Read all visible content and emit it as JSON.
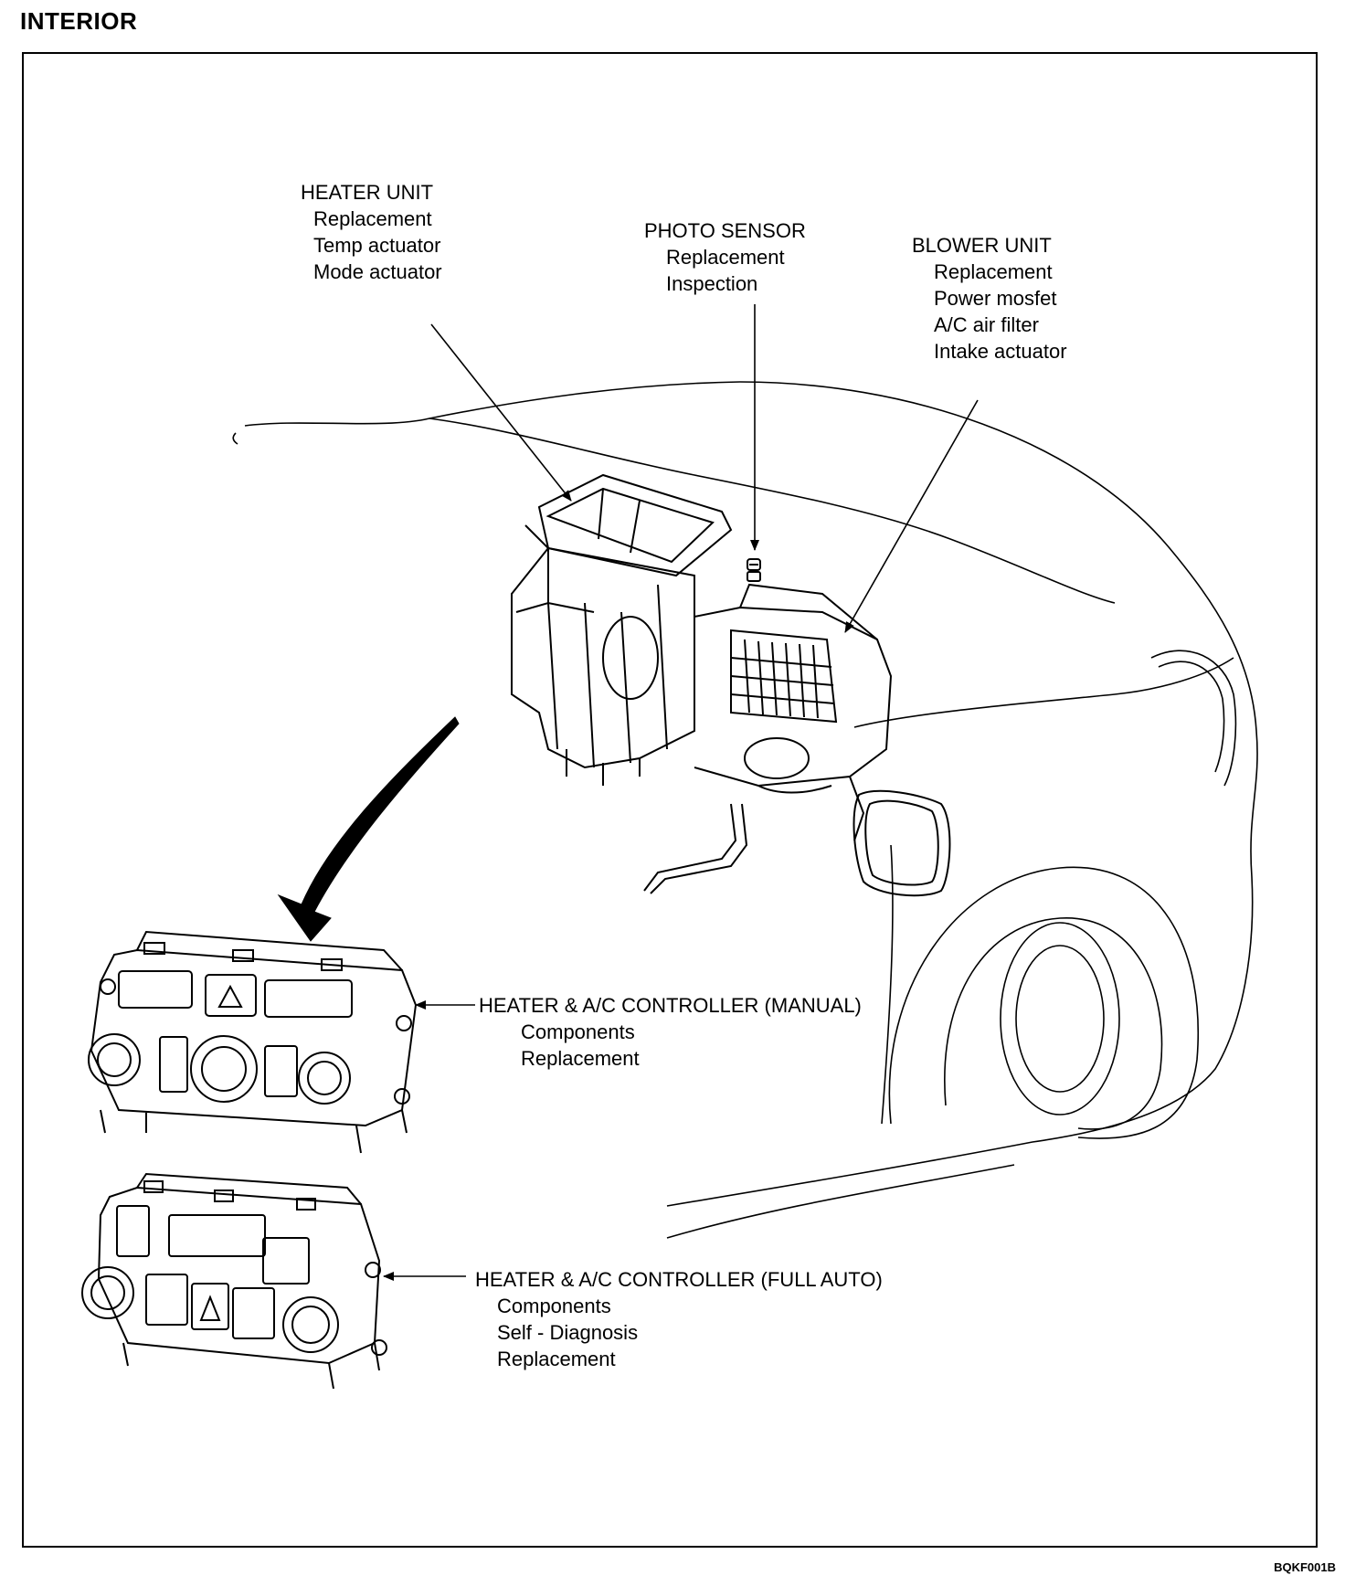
{
  "page": {
    "title": "INTERIOR",
    "figure_code": "BQKF001B"
  },
  "labels": {
    "heater_unit": {
      "title": "HEATER UNIT",
      "items": [
        "Replacement",
        "Temp actuator",
        "Mode actuator"
      ]
    },
    "photo_sensor": {
      "title": "PHOTO SENSOR",
      "items": [
        "Replacement",
        "Inspection"
      ]
    },
    "blower_unit": {
      "title": "BLOWER UNIT",
      "items": [
        "Replacement",
        "Power mosfet",
        "A/C air filter",
        "Intake actuator"
      ]
    },
    "controller_manual": {
      "title": "HEATER & A/C CONTROLLER (MANUAL)",
      "items": [
        "Components",
        "Replacement"
      ]
    },
    "controller_auto": {
      "title": "HEATER & A/C CONTROLLER (FULL AUTO)",
      "items": [
        "Components",
        "Self - Diagnosis",
        "Replacement"
      ]
    }
  }
}
